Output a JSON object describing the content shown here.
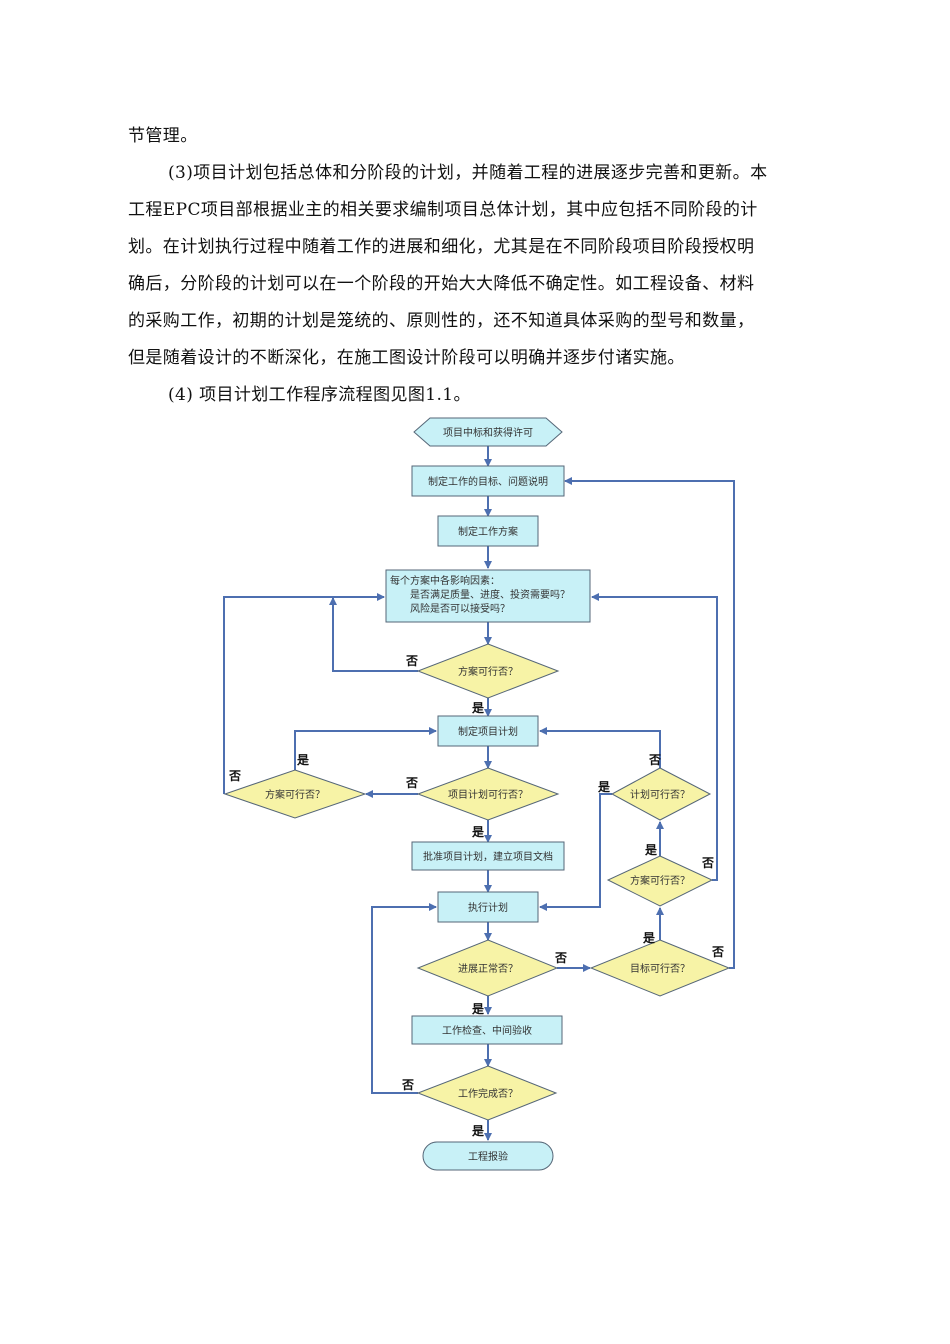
{
  "text": {
    "lines": [
      "节管理。",
      "(3)项目计划包括总体和分阶段的计划，并随着工程的进展逐步完善和更新。本",
      "工程EPC项目部根据业主的相关要求编制项目总体计划，其中应包括不同阶段的计",
      "划。在计划执行过程中随着工作的进展和细化，尤其是在不同阶段项目阶段授权明",
      "确后，分阶段的计划可以在一个阶段的开始大大降低不确定性。如工程设备、材料",
      "的采购工作，初期的计划是笼统的、原则性的，还不知道具体采购的型号和数量，",
      "但是随着设计的不断深化，在施工图设计阶段可以明确并逐步付诸实施。",
      "(4) 项目计划工作程序流程图见图1.1。"
    ]
  },
  "flowchart": {
    "nodes": {
      "start": "项目中标和获得许可",
      "define_goals": "制定工作的目标、问题说明",
      "make_plan": "制定工作方案",
      "factors_title": "每个方案中各影响因素：",
      "factors_q1": "是否满足质量、进度、投资需要吗？",
      "factors_q2": "风险是否可以接受吗？",
      "scheme_feasible_1": "方案可行否？",
      "make_project_plan": "制定项目计划",
      "project_plan_feasible": "项目计划可行否？",
      "scheme_feasible_left": "方案可行否？",
      "approve_plan": "批准项目计划，建立项目文档",
      "execute_plan": "执行计划",
      "progress_normal": "进展正常否？",
      "goal_feasible": "目标可行否？",
      "scheme_feasible_right": "方案可行否？",
      "plan_feasible_right": "计划可行否？",
      "inspection": "工作检查、中间验收",
      "work_done": "工作完成否？",
      "acceptance": "工程报验"
    },
    "labels": {
      "yes": "是",
      "no": "否"
    },
    "colors": {
      "process_fill": "#c8f1f7",
      "decision_fill": "#f7f3a6",
      "line": "#4d6fb0",
      "border": "#556677"
    }
  }
}
